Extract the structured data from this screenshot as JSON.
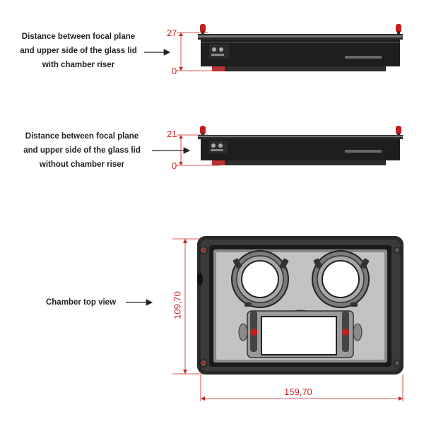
{
  "views": [
    {
      "id": "with-riser",
      "label_lines": [
        "Distance between focal plane",
        "and upper side of the glass lid",
        "with chamber riser"
      ],
      "dim_top": "27",
      "dim_bottom": "0"
    },
    {
      "id": "without-riser",
      "label_lines": [
        "Distance between focal plane",
        "and upper side of the glass lid",
        "without chamber riser"
      ],
      "dim_top": "21",
      "dim_bottom": "0"
    },
    {
      "id": "top-view",
      "label_lines": [
        "Chamber top view"
      ],
      "dim_height": "109,70",
      "dim_width": "159,70"
    }
  ],
  "colors": {
    "dimension_red": "#cc2222",
    "part_dark": "#1e1e1e",
    "part_mid": "#6a6a6a",
    "part_light": "#c8c8c8",
    "knob_red": "#c41e1e"
  }
}
